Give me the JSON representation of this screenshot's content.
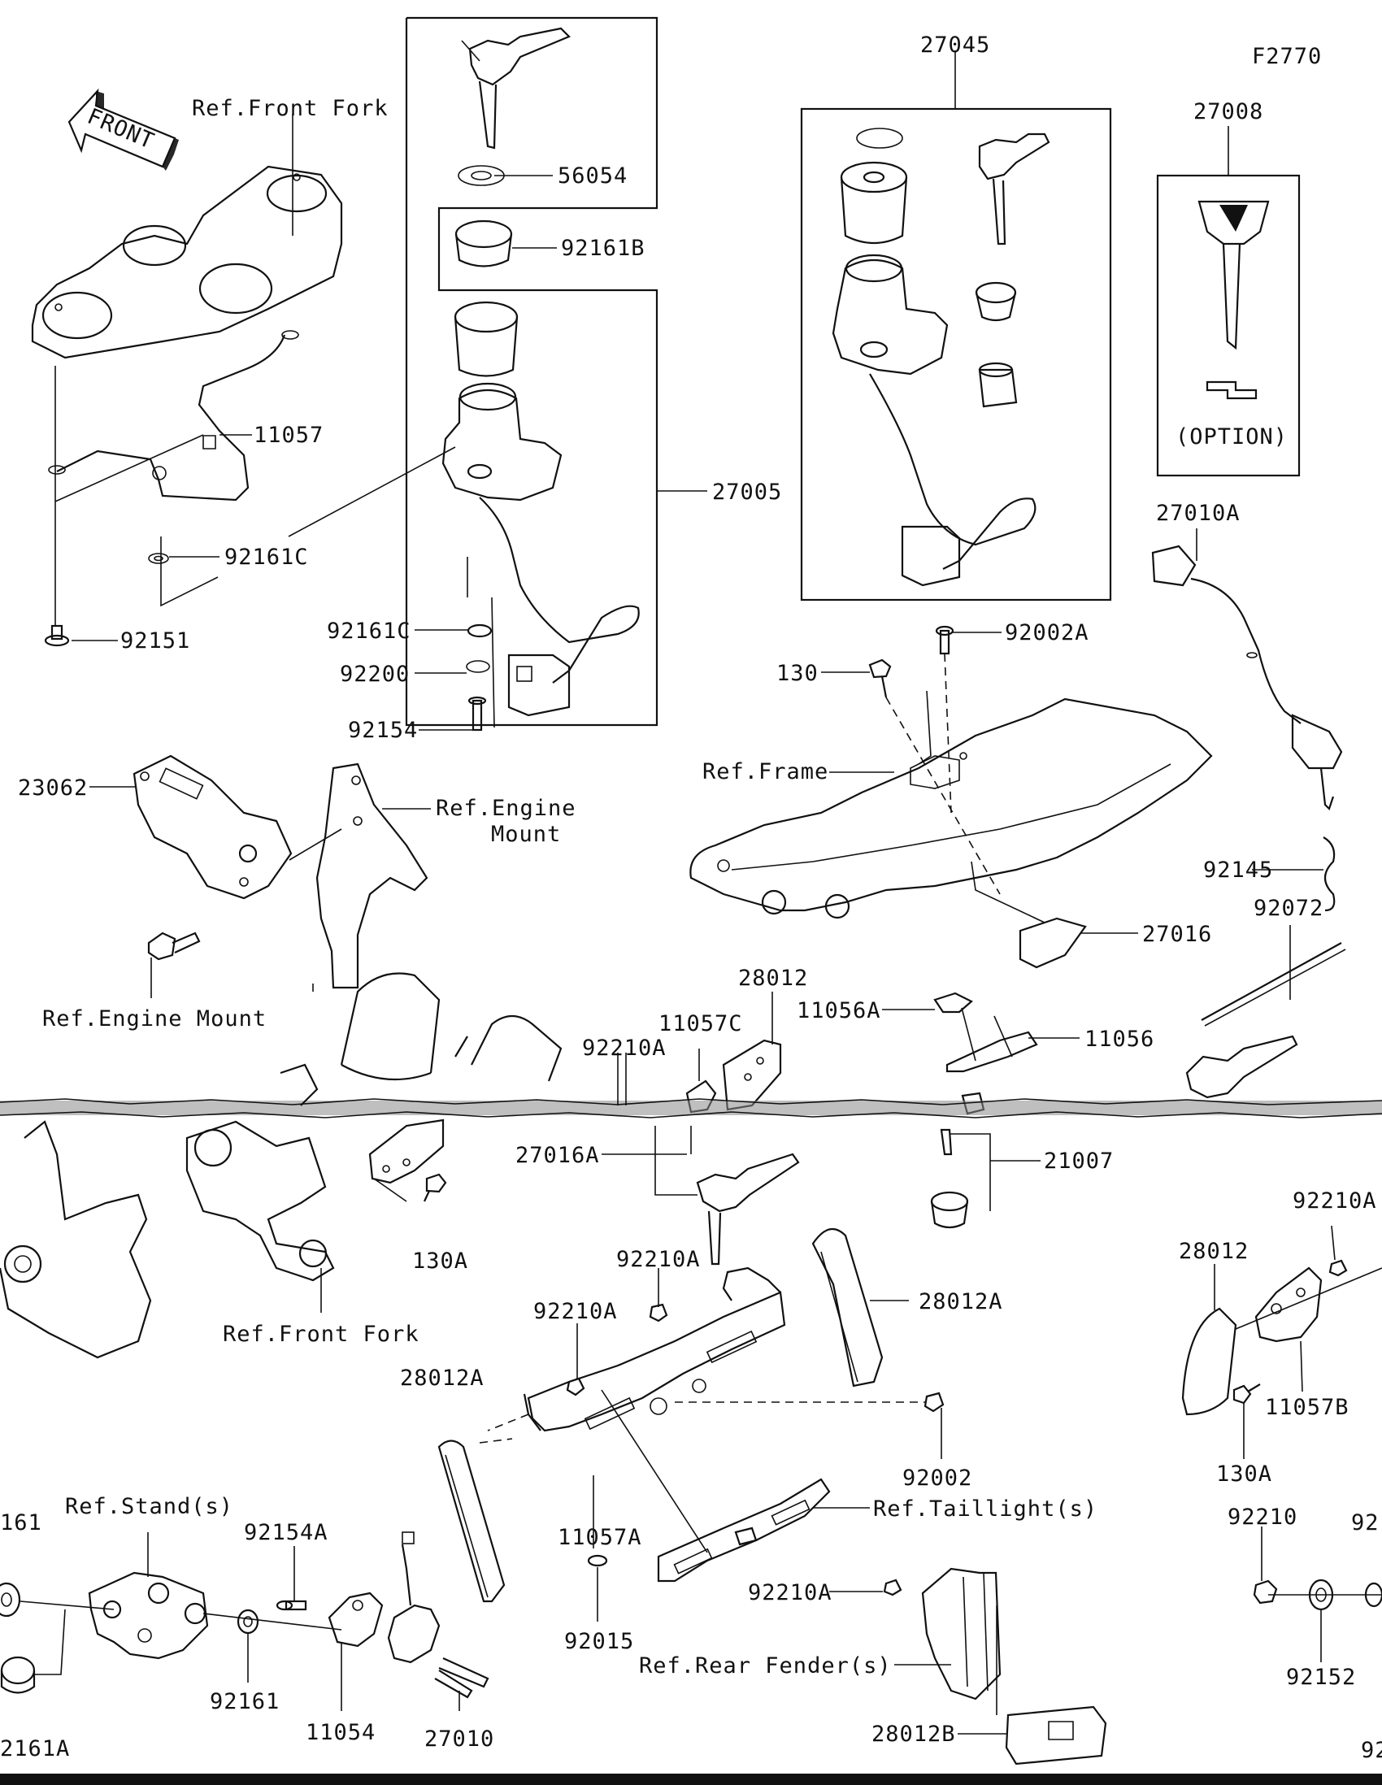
{
  "figure_code": "F2770",
  "front_arrow_text": "FRONT",
  "option_text": "(OPTION)",
  "labels": {
    "ref_front_fork_top": "Ref.Front Fork",
    "p11057": "11057",
    "p92161C_a": "92161C",
    "p92151": "92151",
    "p56054": "56054",
    "p92161B": "92161B",
    "p27005": "27005",
    "p92161C_b": "92161C",
    "p92200": "92200",
    "p92154": "92154",
    "p27045": "27045",
    "p27008": "27008",
    "p27010A": "27010A",
    "p92002A": "92002A",
    "p130": "130",
    "ref_frame": "Ref.Frame",
    "p92145": "92145",
    "p92072": "92072",
    "p27016": "27016",
    "p23062": "23062",
    "ref_engine_mount_a": "Ref.Engine",
    "ref_engine_mount_b": "Mount",
    "ref_engine_mount_low": "Ref.Engine Mount",
    "p28012_top": "28012",
    "p11057C": "11057C",
    "p92210A_a": "92210A",
    "p11056A": "11056A",
    "p11056": "11056",
    "p27016A": "27016A",
    "p21007": "21007",
    "p130A_a": "130A",
    "ref_front_fork_low": "Ref.Front Fork",
    "p92210A_b": "92210A",
    "p28012A_a": "28012A",
    "p92210A_c": "92210A",
    "p28012A_b": "28012A",
    "p92002": "92002",
    "p11057A": "11057A",
    "ref_taillight": "Ref.Taillight(s)",
    "p92015": "92015",
    "p92210A_d": "92210A",
    "ref_rear_fender": "Ref.Rear Fender(s)",
    "p28012B": "28012B",
    "p92210A_e": "92210A",
    "p28012_right": "28012",
    "p11057B": "11057B",
    "p130A_b": "130A",
    "p92210": "92210",
    "p92152": "92152",
    "p92_cut_a": "92",
    "p92_cut_b": "92",
    "p161_cut": "161",
    "ref_stands": "Ref.Stand(s)",
    "p92154A": "92154A",
    "p92161": "92161",
    "p11054": "11054",
    "p27010": "27010",
    "p2161A_cut": "2161A"
  }
}
